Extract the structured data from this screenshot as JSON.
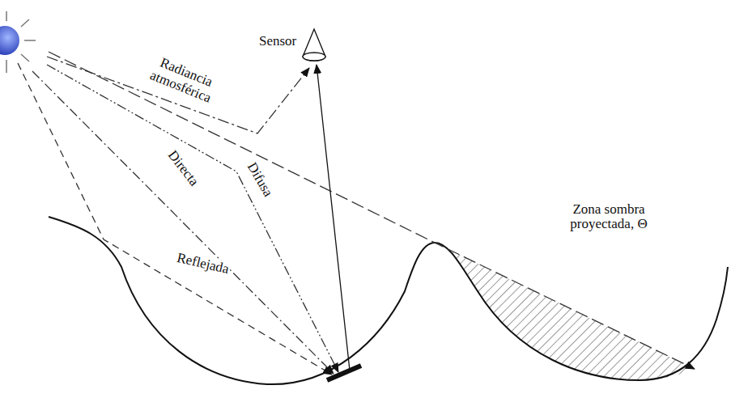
{
  "diagram": {
    "labels": [
      "Sensor",
      "Radiancia atmosférica",
      "Directa",
      "Difusa",
      "Reflejada",
      "Zona sombra proyectada, Θ"
    ]
  }
}
